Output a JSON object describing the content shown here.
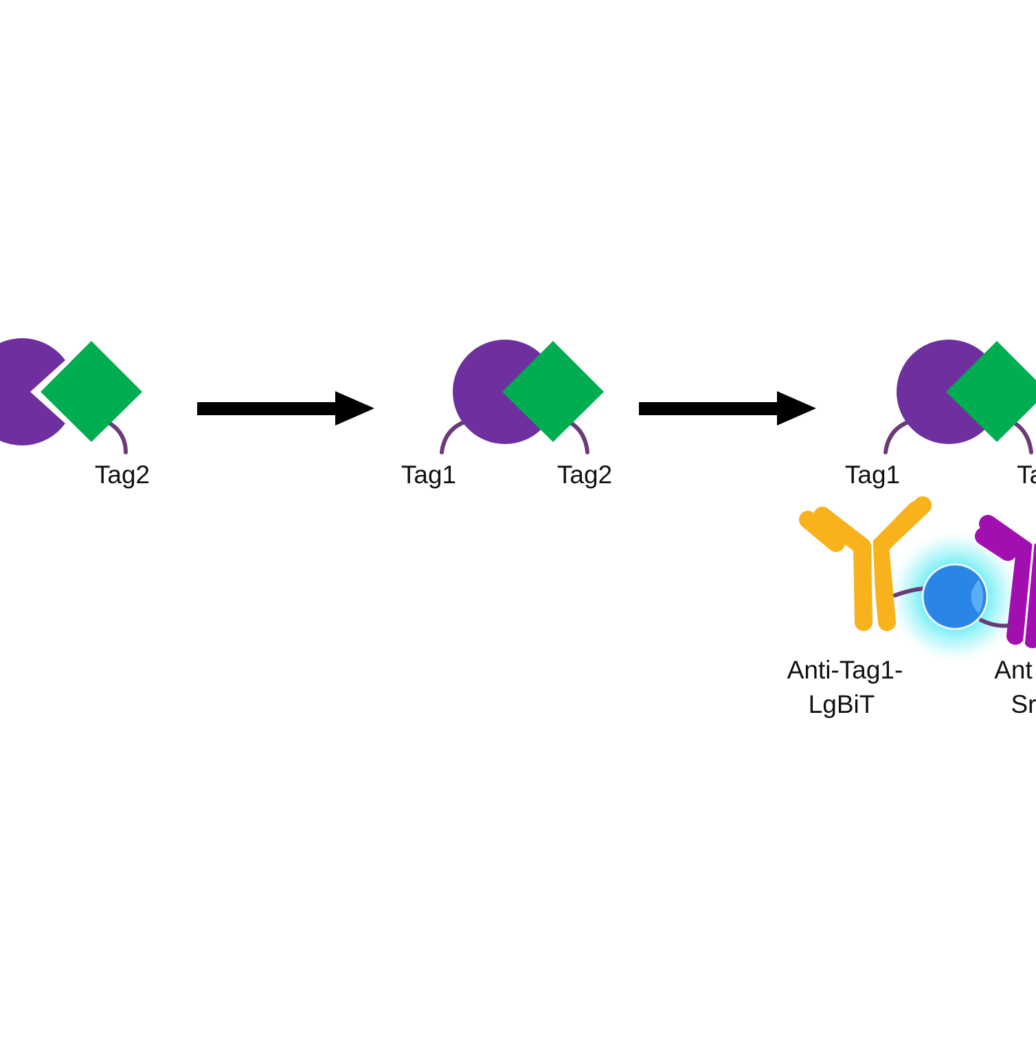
{
  "labels": {
    "stage1_tag2": "Tag2",
    "stage2_tag1": "Tag1",
    "stage2_tag2": "Tag2",
    "stage3_tag1": "Tag1",
    "stage3_tag2": "Tag",
    "anti_tag1_line1": "Anti-Tag1-",
    "anti_tag1_line2": "LgBiT",
    "anti_tag2_line1": "Ant",
    "anti_tag2_line2": "Sr"
  },
  "icons": {
    "protein": "purple-pacman-protein",
    "ligand": "green-diamond-ligand",
    "tag_linker": "linker-arc",
    "arrow": "right-arrow",
    "antibody_1": "yellow-antibody",
    "antibody_2": "magenta-antibody",
    "luciferase": "blue-luciferase-glow"
  },
  "colors": {
    "protein": "#6f2f9e",
    "ligand": "#00ad50",
    "linker": "#6b3a78",
    "arrow": "#000000",
    "antibody_1": "#f8b21c",
    "antibody_2": "#a10fb1",
    "luciferase": "#2a86e6",
    "glow": "#2ee6ee"
  }
}
